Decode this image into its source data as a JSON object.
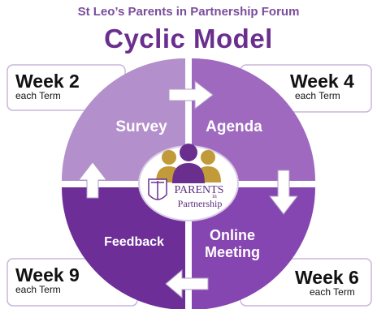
{
  "header": {
    "forum_title": "St Leo’s Parents in Partnership Forum",
    "model_title": "Cyclic Model"
  },
  "segments": [
    {
      "label": "Survey",
      "color": "#b38fcc"
    },
    {
      "label": "Agenda",
      "color": "#9e69bf"
    },
    {
      "label": "Online\nMeeting",
      "color": "#8646b1"
    },
    {
      "label": "Feedback",
      "color": "#6e2e98"
    }
  ],
  "weeks": [
    {
      "week": "Week 2",
      "sub": "each Term"
    },
    {
      "week": "Week 4",
      "sub": "each Term"
    },
    {
      "week": "Week 6",
      "sub": "each Term"
    },
    {
      "week": "Week 9",
      "sub": "each Term"
    }
  ],
  "logo": {
    "line1": "PARENTS",
    "line2": "in",
    "line3": "Partnership",
    "gold_color": "#c19a3a",
    "purple_color": "#6a2f8e"
  },
  "arrows": [
    "right",
    "down",
    "left",
    "up"
  ]
}
